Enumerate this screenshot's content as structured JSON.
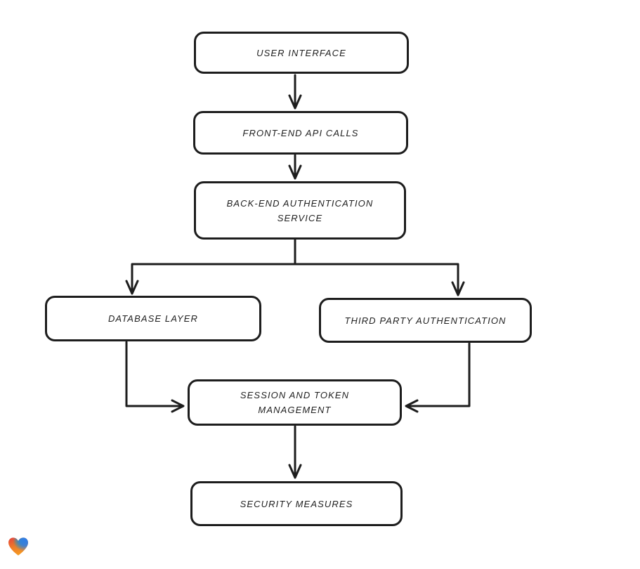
{
  "diagram": {
    "background_color": "#ffffff",
    "stroke_color": "#1d1d1d",
    "node_fill_color": "#ffffff",
    "text_color": "#1f1f1f",
    "nodes": [
      {
        "id": "user-interface",
        "label": "USER INTERFACE"
      },
      {
        "id": "front-end-api-calls",
        "label": "FRONT-END API CALLS"
      },
      {
        "id": "back-end-authentication-service",
        "label": "BACK-END AUTHENTICATION\nSERVICE"
      },
      {
        "id": "database-layer",
        "label": "DATABASE LAYER"
      },
      {
        "id": "third-party-authentication",
        "label": "THIRD PARTY AUTHENTICATION"
      },
      {
        "id": "session-and-token-management",
        "label": "SESSION AND TOKEN\nMANAGEMENT"
      },
      {
        "id": "security-measures",
        "label": "SECURITY MEASURES"
      }
    ],
    "edges": [
      {
        "from": "user-interface",
        "to": "front-end-api-calls"
      },
      {
        "from": "front-end-api-calls",
        "to": "back-end-authentication-service"
      },
      {
        "from": "back-end-authentication-service",
        "to": "database-layer"
      },
      {
        "from": "back-end-authentication-service",
        "to": "third-party-authentication"
      },
      {
        "from": "database-layer",
        "to": "session-and-token-management"
      },
      {
        "from": "third-party-authentication",
        "to": "session-and-token-management"
      },
      {
        "from": "session-and-token-management",
        "to": "security-measures"
      }
    ]
  },
  "logo": {
    "name": "heart-logo",
    "colors": {
      "red": "#e43043",
      "orange": "#f6a222",
      "green": "#44a968",
      "blue": "#2e7ee8"
    }
  }
}
